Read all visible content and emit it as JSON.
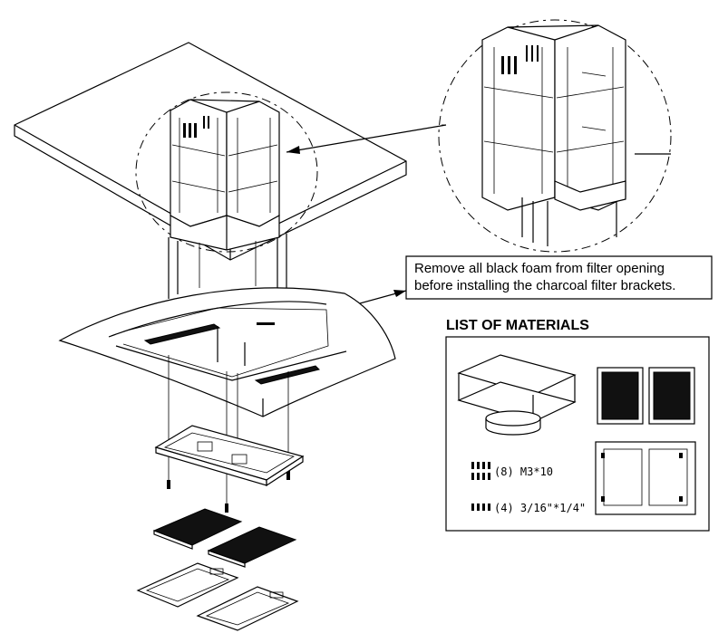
{
  "callout": {
    "line1": "Remove all black foam from filter opening",
    "line2": "before installing the charcoal filter brackets."
  },
  "materials": {
    "heading": "LIST OF MATERIALS",
    "screw_m3_label": "(8) M3*10",
    "screw_small_label": "(4) 3/16\"*1/4\""
  },
  "colors": {
    "line": "#000000",
    "background": "#ffffff",
    "filter_pad": "#111111"
  }
}
